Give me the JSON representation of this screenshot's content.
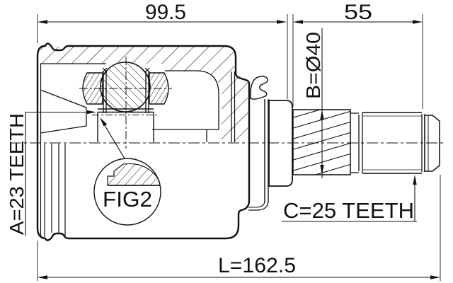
{
  "drawing": {
    "dimensions": {
      "housing_width": "99.5",
      "shaft_section_width": "55",
      "spline_diameter": "B=Ø40",
      "total_length": "L=162.5"
    },
    "labels": {
      "inner_spline": "A=23 TEETH",
      "detail_figure": "FIG2",
      "shaft_spline": "C=25 TEETH"
    },
    "colors": {
      "line": "#111111",
      "background": "#ffffff"
    }
  }
}
